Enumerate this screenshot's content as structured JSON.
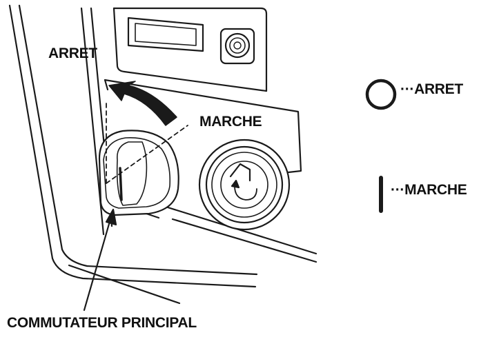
{
  "labels": {
    "off_position": "ARRET",
    "on_position": "MARCHE",
    "main_switch": "COMMUTATEUR PRINCIPAL"
  },
  "legend": {
    "off_text": "···ARRET",
    "on_text": "···MARCHE"
  },
  "colors": {
    "line": "#1a1a1a",
    "fill": "#ffffff"
  }
}
